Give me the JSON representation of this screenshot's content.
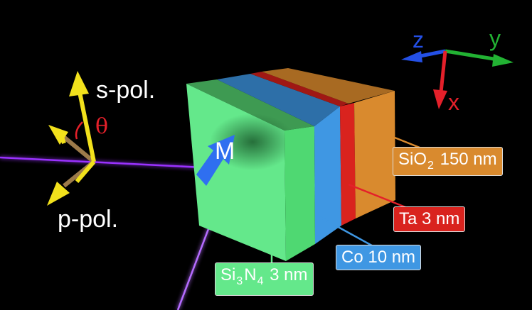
{
  "labels": {
    "s_pol": "s-pol.",
    "p_pol": "p-pol.",
    "theta": "θ",
    "magnetization": "M",
    "axis_x": "x",
    "axis_y": "y",
    "axis_z": "z"
  },
  "layers": [
    {
      "material": "SiO",
      "sub": "2",
      "rest": " 150 nm",
      "color": "#d98a2e"
    },
    {
      "material": "Ta 3 nm",
      "color": "#d9231e"
    },
    {
      "material": "Co 10 nm",
      "color": "#3f97e3"
    },
    {
      "material": "Si",
      "sub": "3",
      "material2": "N",
      "sub2": "4",
      "rest": " 3 nm",
      "color": "#64e88b"
    }
  ],
  "colors": {
    "background": "#000000",
    "beam": "#9a33ff",
    "polarization_arrows": "#f2e11c",
    "axis_x": "#e4202a",
    "axis_y": "#22b233",
    "axis_z": "#2450e6",
    "magnetization_arrow": "#2f6ff0",
    "theta": "#e4202a"
  }
}
